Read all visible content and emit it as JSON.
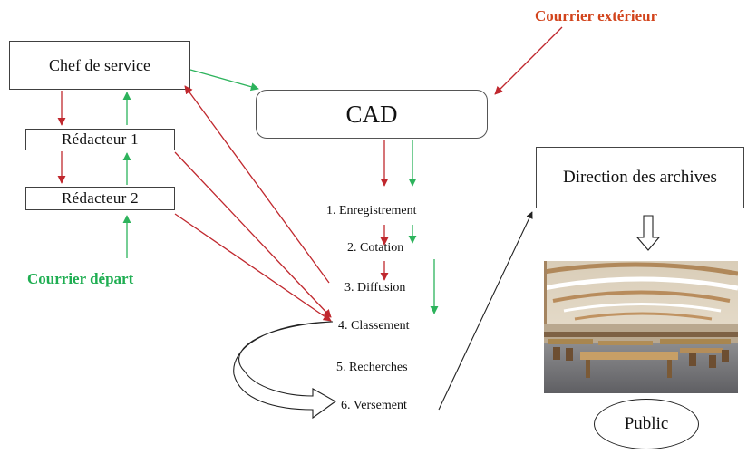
{
  "labels": {
    "courrier_exterieur": "Courrier extérieur",
    "courrier_depart": "Courrier départ"
  },
  "nodes": {
    "chef": "Chef de service",
    "redacteur1": "Rédacteur 1",
    "redacteur2": "Rédacteur 2",
    "cad": "CAD",
    "direction": "Direction des archives",
    "public": "Public"
  },
  "steps": [
    "1. Enregistrement",
    "2. Cotation",
    "3. Diffusion",
    "4. Classement",
    "5. Recherches",
    "6. Versement"
  ],
  "colors": {
    "incoming": "#c0282e",
    "outgoing": "#2db35c",
    "neutral": "#222222",
    "label_exterieur": "#d2441c",
    "label_depart": "#1fae52"
  },
  "illustration": "archive-reading-room"
}
